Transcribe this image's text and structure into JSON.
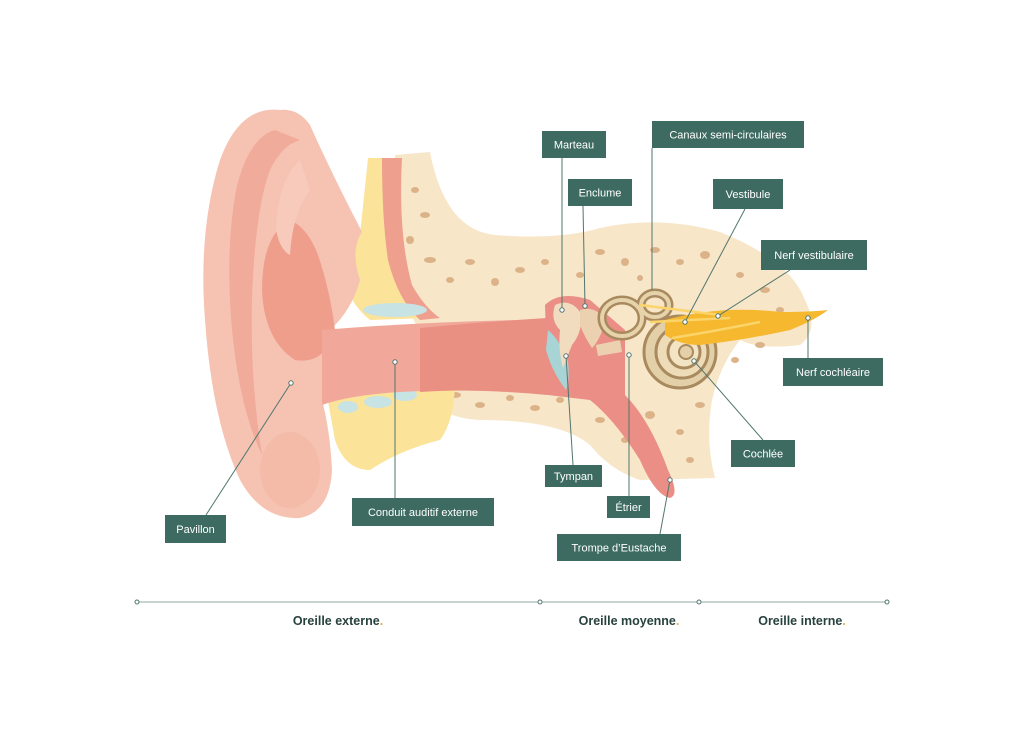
{
  "diagram": {
    "labels": {
      "marteau": "Marteau",
      "canaux": "Canaux semi-circulaires",
      "enclume": "Enclume",
      "vestibule": "Vestibule",
      "nerf_vestibulaire": "Nerf vestibulaire",
      "nerf_cochleaire": "Nerf cochléaire",
      "cochlee": "Cochlée",
      "tympan": "Tympan",
      "etrier": "Étrier",
      "trompe": "Trompe d’Eustache",
      "conduit": "Conduit auditif externe",
      "pavillon": "Pavillon"
    },
    "sections": {
      "externe": "Oreille externe",
      "moyenne": "Oreille moyenne",
      "interne": "Oreille interne",
      "period": "."
    }
  },
  "colors": {
    "label_bg": "#3d6b62",
    "section_dot": "#f2a83a"
  }
}
